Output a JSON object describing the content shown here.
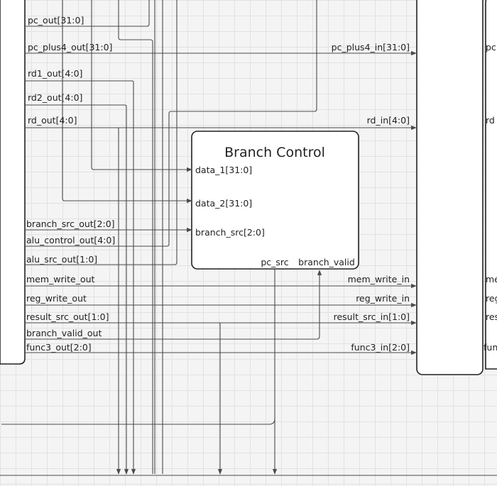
{
  "left_block": {
    "ports": [
      "pc_out[31:0]",
      "pc_plus4_out[31:0]",
      "rd1_out[4:0]",
      "rd2_out[4:0]",
      "rd_out[4:0]",
      "branch_src_out[2:0]",
      "alu_control_out[4:0]",
      "alu_src_out[1:0]",
      "mem_write_out",
      "reg_write_out",
      "result_src_out[1:0]",
      "branch_valid_out",
      "func3_out[2:0]"
    ]
  },
  "right_block": {
    "ports": [
      "pc_plus4_in[31:0]",
      "rd_in[4:0]",
      "mem_write_in",
      "reg_write_in",
      "result_src_in[1:0]",
      "func3_in[2:0]"
    ],
    "clipped_ports": [
      "pc",
      "rd",
      "me",
      "reg",
      "res",
      "func"
    ]
  },
  "branch_control": {
    "title": "Branch Control",
    "inputs": [
      "data_1[31:0]",
      "data_2[31:0]",
      "branch_src[2:0]"
    ],
    "outputs": [
      "pc_src",
      "branch_valid"
    ]
  },
  "colors": {
    "wire": "#4a4a4a",
    "block_border": "#222222",
    "block_fill": "#ffffff",
    "background": "#f4f4f4",
    "grid": "#e2e2e2"
  }
}
